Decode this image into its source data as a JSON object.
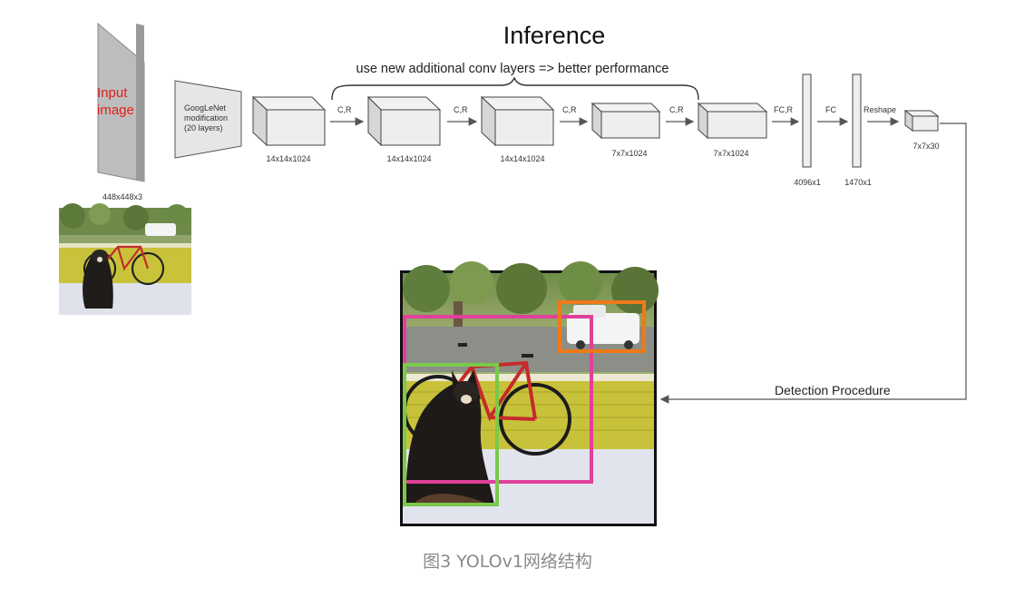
{
  "title": "Inference",
  "subtitle": "use new additional conv layers => better performance",
  "input": {
    "label": "Input image",
    "size": "448x448x3"
  },
  "googlenet": {
    "label_line1": "GoogLeNet",
    "label_line2": "modification",
    "label_line3": "(20 layers)"
  },
  "stages": [
    {
      "size": "14x14x1024"
    },
    {
      "op": "C,R",
      "size": "14x14x1024"
    },
    {
      "op": "C,R",
      "size": "14x14x1024"
    },
    {
      "op": "C,R",
      "size": "7x7x1024"
    },
    {
      "op": "C,R",
      "size": "7x7x1024"
    }
  ],
  "fc1": {
    "op": "FC,R",
    "size": "4096x1"
  },
  "fc2": {
    "op": "FC",
    "size": "1470x1"
  },
  "reshape": {
    "op": "Reshape",
    "size": "7x7x30"
  },
  "detection_label": "Detection Procedure",
  "caption": "图3 YOLOv1网络结构",
  "colors": {
    "input_label": "#e0201c",
    "box_pink": "#e0409a",
    "box_orange": "#ef7a1a",
    "box_green": "#7ac94b"
  }
}
